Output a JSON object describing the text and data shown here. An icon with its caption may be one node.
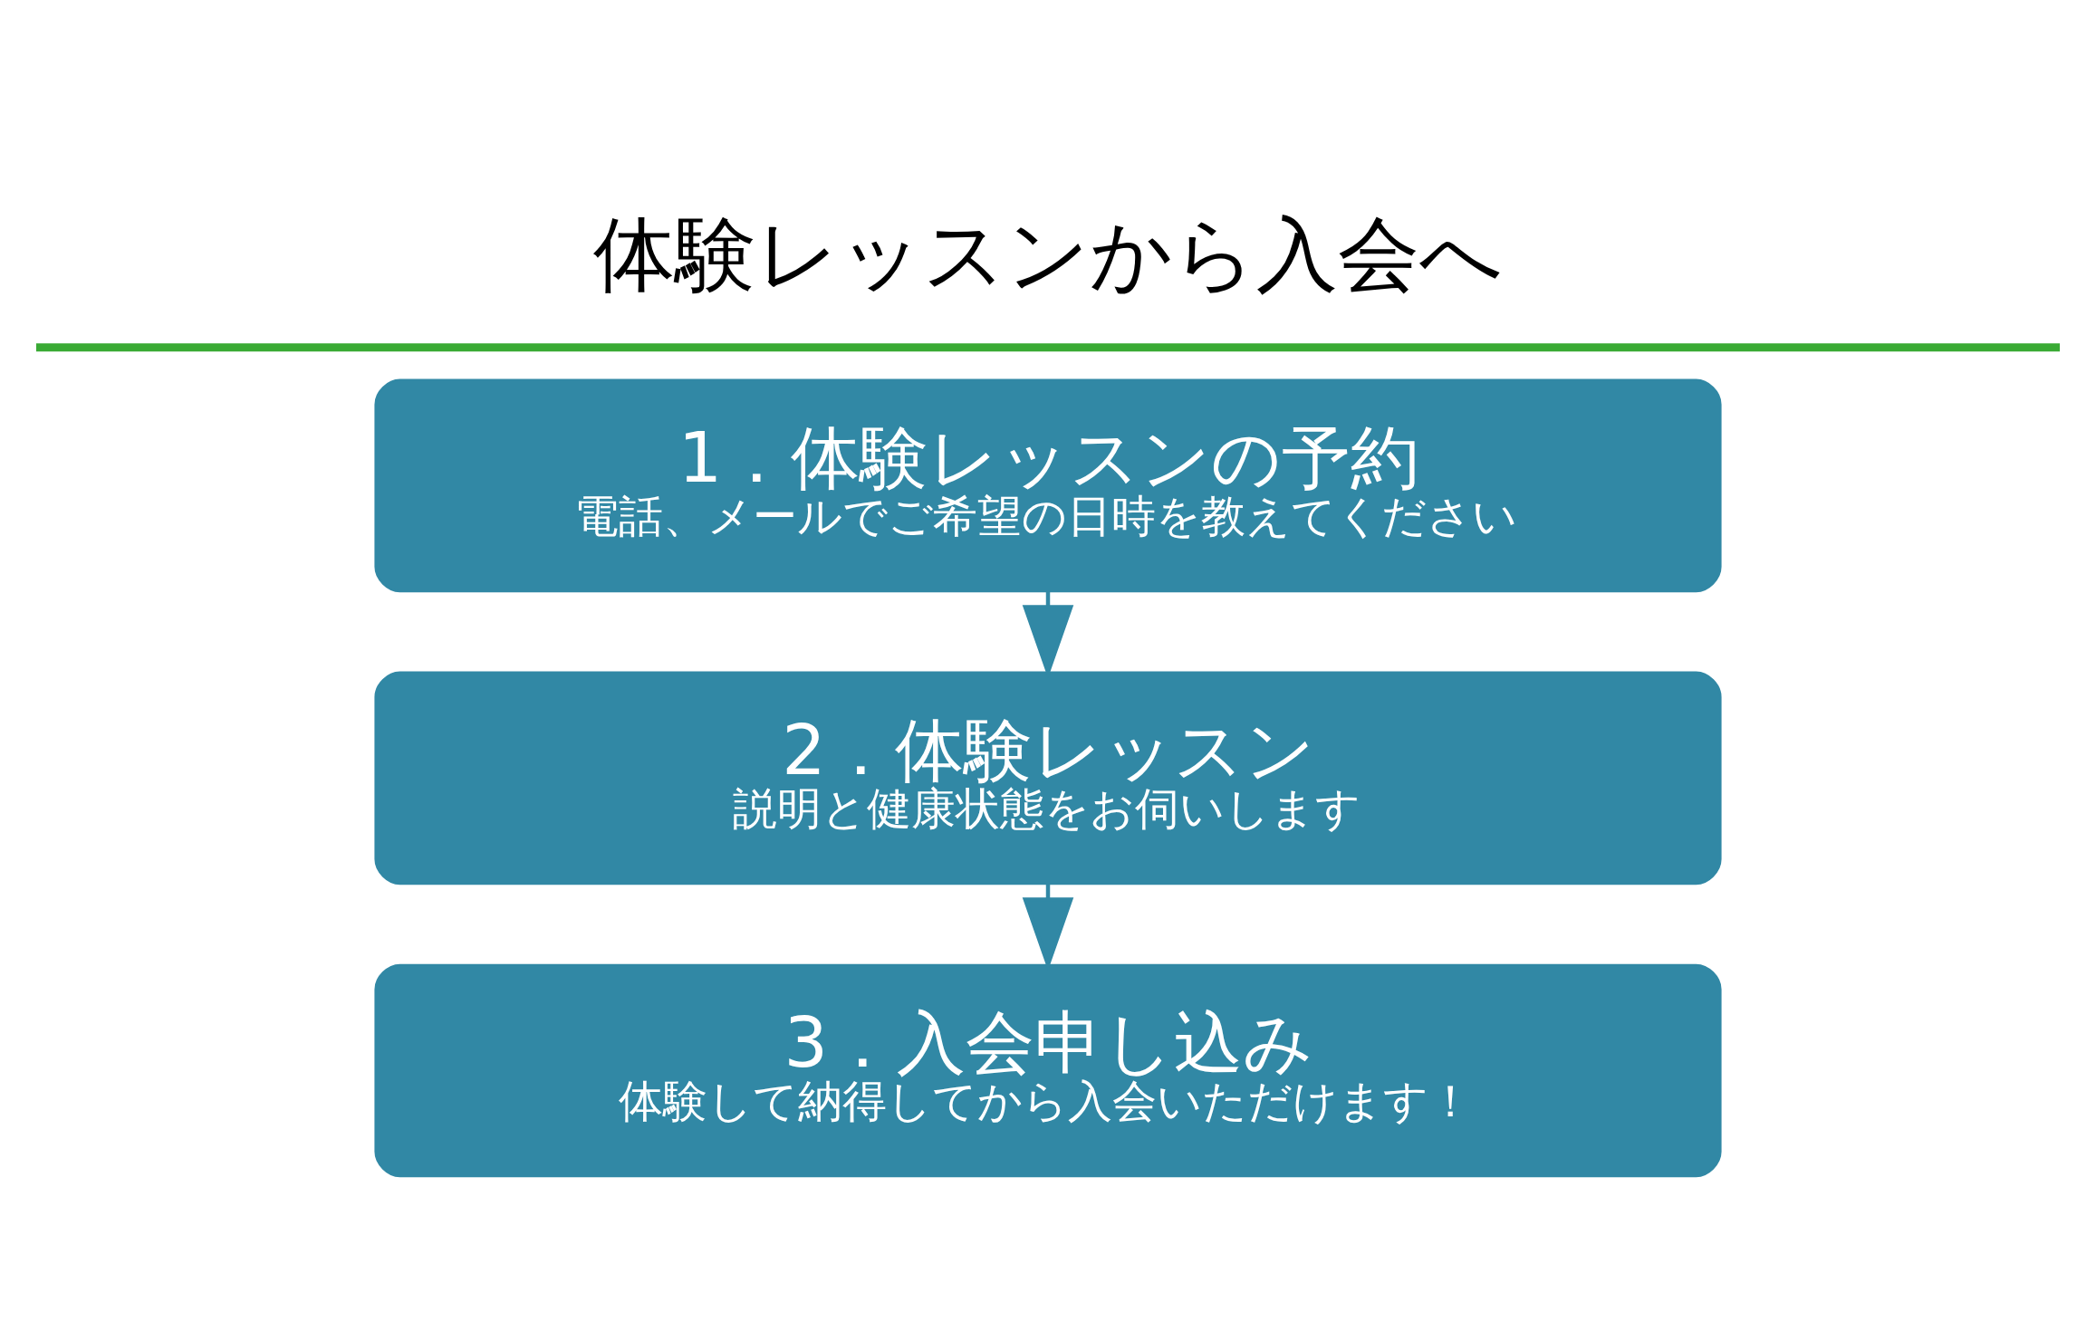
{
  "diagram": {
    "title": "体験レッスンから入会へ",
    "nodes": [
      {
        "text": [
          "1．体験レッスンの予約",
          "電話、メールでご希望の日時を教えてください"
        ]
      },
      {
        "text": [
          "2．体験レッスン",
          "説明と健康状態をお伺いします"
        ]
      },
      {
        "text": [
          "3．入会申し込み",
          "体験して納得してから入会いただけます！"
        ]
      }
    ],
    "edges": [
      {
        "from": 0,
        "to": 1,
        "arrow": "to"
      },
      {
        "from": 1,
        "to": 2,
        "arrow": "to"
      }
    ]
  }
}
